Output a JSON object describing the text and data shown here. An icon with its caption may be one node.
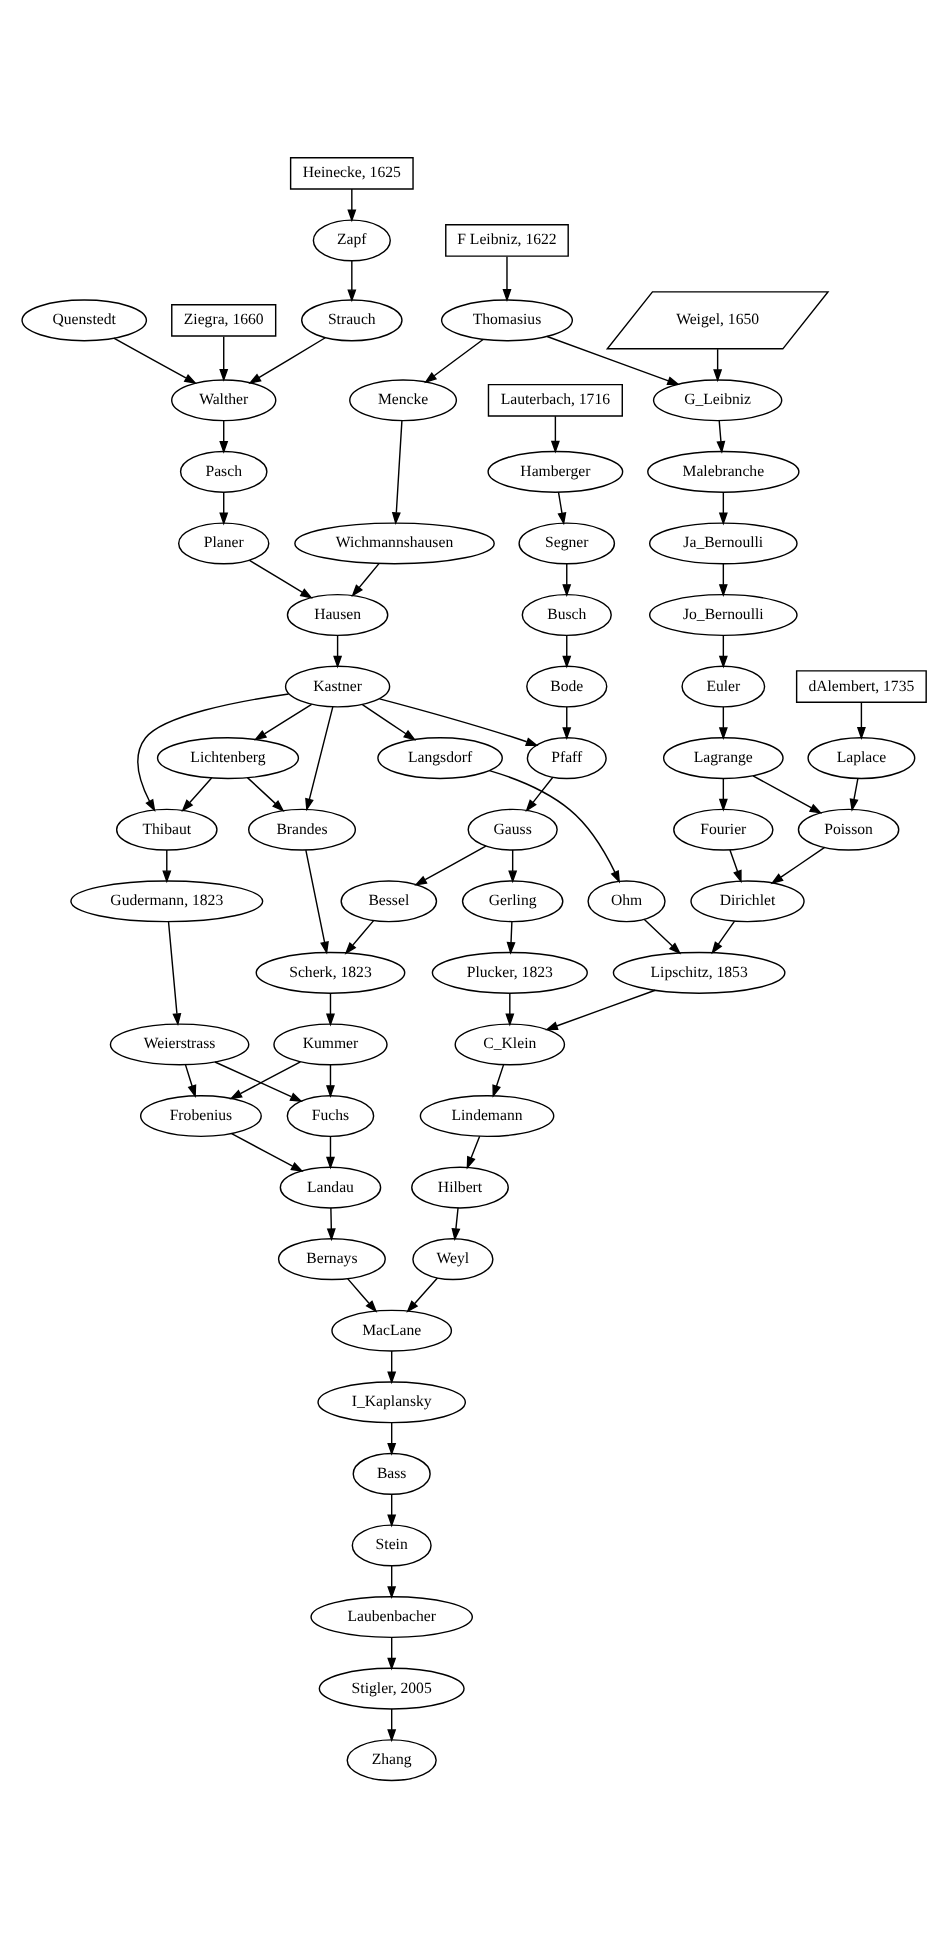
{
  "diagram": {
    "nodes": [
      {
        "text": [
          "Heinecke, 1625"
        ]
      },
      {
        "text": [
          "F Leibniz, 1622"
        ]
      },
      {
        "text": [
          "Zapf"
        ]
      },
      {
        "text": [
          "Weigel, 1650"
        ]
      },
      {
        "text": [
          "Thomasius"
        ]
      },
      {
        "text": [
          "Quenstedt"
        ]
      },
      {
        "text": [
          "Ziegra, 1660"
        ]
      },
      {
        "text": [
          "Strauch"
        ]
      },
      {
        "text": [
          "G_Leibniz"
        ]
      },
      {
        "text": [
          "Lauterbach, 1716"
        ]
      },
      {
        "text": [
          "Mencke"
        ]
      },
      {
        "text": [
          "Walther"
        ]
      },
      {
        "text": [
          "Malebranche"
        ]
      },
      {
        "text": [
          "Hamberger"
        ]
      },
      {
        "text": [
          "Pasch"
        ]
      },
      {
        "text": [
          "Ja_Bernoulli"
        ]
      },
      {
        "text": [
          "Segner"
        ]
      },
      {
        "text": [
          "Wichmannshausen"
        ]
      },
      {
        "text": [
          "Planer"
        ]
      },
      {
        "text": [
          "Jo_Bernoulli"
        ]
      },
      {
        "text": [
          "Busch"
        ]
      },
      {
        "text": [
          "Hausen"
        ]
      },
      {
        "text": [
          "Euler"
        ]
      },
      {
        "text": [
          "dAlembert, 1735"
        ]
      },
      {
        "text": [
          "Bode"
        ]
      },
      {
        "text": [
          "Kastner"
        ]
      },
      {
        "text": [
          "Lagrange"
        ]
      },
      {
        "text": [
          "Laplace"
        ]
      },
      {
        "text": [
          "Pfaff"
        ]
      },
      {
        "text": [
          "Langsdorf"
        ]
      },
      {
        "text": [
          "Lichtenberg"
        ]
      },
      {
        "text": [
          "Fourier"
        ]
      },
      {
        "text": [
          "Poisson"
        ]
      },
      {
        "text": [
          "Gauss"
        ]
      },
      {
        "text": [
          "Brandes"
        ]
      },
      {
        "text": [
          "Thibaut"
        ]
      },
      {
        "text": [
          "Dirichlet"
        ]
      },
      {
        "text": [
          "Ohm"
        ]
      },
      {
        "text": [
          "Gerling"
        ]
      },
      {
        "text": [
          "Bessel"
        ]
      },
      {
        "text": [
          "Gudermann, 1823"
        ]
      },
      {
        "text": [
          "Lipschitz, 1853"
        ]
      },
      {
        "text": [
          "Plucker, 1823"
        ]
      },
      {
        "text": [
          "Scherk, 1823"
        ]
      },
      {
        "text": [
          "C_Klein"
        ]
      },
      {
        "text": [
          "Kummer"
        ]
      },
      {
        "text": [
          "Weierstrass"
        ]
      },
      {
        "text": [
          "Lindemann"
        ]
      },
      {
        "text": [
          "Fuchs"
        ]
      },
      {
        "text": [
          "Frobenius"
        ]
      },
      {
        "text": [
          "Hilbert"
        ]
      },
      {
        "text": [
          "Landau"
        ]
      },
      {
        "text": [
          "Weyl"
        ]
      },
      {
        "text": [
          "Bernays"
        ]
      },
      {
        "text": [
          "MacLane"
        ]
      },
      {
        "text": [
          "I_Kaplansky"
        ]
      },
      {
        "text": [
          "Bass"
        ]
      },
      {
        "text": [
          "Stein"
        ]
      },
      {
        "text": [
          "Laubenbacher"
        ]
      },
      {
        "text": [
          "Stigler, 2005"
        ]
      },
      {
        "text": [
          "Zhang"
        ]
      }
    ],
    "edges": [
      {
        "from": 0,
        "to": 2,
        "arrow": "to"
      },
      {
        "from": 2,
        "to": 7,
        "arrow": "to"
      },
      {
        "from": 1,
        "to": 4,
        "arrow": "to"
      },
      {
        "from": 3,
        "to": 8,
        "arrow": "to"
      },
      {
        "from": 4,
        "to": 8,
        "arrow": "to"
      },
      {
        "from": 4,
        "to": 10,
        "arrow": "to"
      },
      {
        "from": 5,
        "to": 11,
        "arrow": "to"
      },
      {
        "from": 6,
        "to": 11,
        "arrow": "to"
      },
      {
        "from": 7,
        "to": 11,
        "arrow": "to"
      },
      {
        "from": 8,
        "to": 12,
        "arrow": "to"
      },
      {
        "from": 9,
        "to": 13,
        "arrow": "to"
      },
      {
        "from": 10,
        "to": 17,
        "arrow": "to"
      },
      {
        "from": 11,
        "to": 14,
        "arrow": "to"
      },
      {
        "from": 12,
        "to": 15,
        "arrow": "to"
      },
      {
        "from": 13,
        "to": 16,
        "arrow": "to"
      },
      {
        "from": 14,
        "to": 18,
        "arrow": "to"
      },
      {
        "from": 15,
        "to": 19,
        "arrow": "to"
      },
      {
        "from": 16,
        "to": 20,
        "arrow": "to"
      },
      {
        "from": 17,
        "to": 21,
        "arrow": "to"
      },
      {
        "from": 18,
        "to": 21,
        "arrow": "to"
      },
      {
        "from": 19,
        "to": 22,
        "arrow": "to"
      },
      {
        "from": 20,
        "to": 24,
        "arrow": "to"
      },
      {
        "from": 21,
        "to": 25,
        "arrow": "to"
      },
      {
        "from": 22,
        "to": 26,
        "arrow": "to"
      },
      {
        "from": 23,
        "to": 27,
        "arrow": "to"
      },
      {
        "from": 24,
        "to": 28,
        "arrow": "to"
      },
      {
        "from": 25,
        "to": 28,
        "arrow": "to"
      },
      {
        "from": 25,
        "to": 29,
        "arrow": "to"
      },
      {
        "from": 25,
        "to": 30,
        "arrow": "to"
      },
      {
        "from": 25,
        "to": 34,
        "arrow": "to"
      },
      {
        "from": 25,
        "to": 35,
        "arrow": "to"
      },
      {
        "from": 26,
        "to": 31,
        "arrow": "to"
      },
      {
        "from": 26,
        "to": 32,
        "arrow": "to"
      },
      {
        "from": 27,
        "to": 32,
        "arrow": "to"
      },
      {
        "from": 28,
        "to": 33,
        "arrow": "to"
      },
      {
        "from": 29,
        "to": 37,
        "arrow": "to"
      },
      {
        "from": 30,
        "to": 34,
        "arrow": "to"
      },
      {
        "from": 30,
        "to": 35,
        "arrow": "to"
      },
      {
        "from": 31,
        "to": 36,
        "arrow": "to"
      },
      {
        "from": 32,
        "to": 36,
        "arrow": "to"
      },
      {
        "from": 33,
        "to": 38,
        "arrow": "to"
      },
      {
        "from": 33,
        "to": 39,
        "arrow": "to"
      },
      {
        "from": 34,
        "to": 43,
        "arrow": "to"
      },
      {
        "from": 35,
        "to": 40,
        "arrow": "to"
      },
      {
        "from": 36,
        "to": 41,
        "arrow": "to"
      },
      {
        "from": 37,
        "to": 41,
        "arrow": "to"
      },
      {
        "from": 38,
        "to": 42,
        "arrow": "to"
      },
      {
        "from": 39,
        "to": 43,
        "arrow": "to"
      },
      {
        "from": 40,
        "to": 46,
        "arrow": "to"
      },
      {
        "from": 41,
        "to": 44,
        "arrow": "to"
      },
      {
        "from": 42,
        "to": 44,
        "arrow": "to"
      },
      {
        "from": 43,
        "to": 45,
        "arrow": "to"
      },
      {
        "from": 44,
        "to": 47,
        "arrow": "to"
      },
      {
        "from": 45,
        "to": 48,
        "arrow": "to"
      },
      {
        "from": 45,
        "to": 49,
        "arrow": "to"
      },
      {
        "from": 46,
        "to": 48,
        "arrow": "to"
      },
      {
        "from": 46,
        "to": 49,
        "arrow": "to"
      },
      {
        "from": 47,
        "to": 50,
        "arrow": "to"
      },
      {
        "from": 48,
        "to": 51,
        "arrow": "to"
      },
      {
        "from": 49,
        "to": 51,
        "arrow": "to"
      },
      {
        "from": 50,
        "to": 52,
        "arrow": "to"
      },
      {
        "from": 51,
        "to": 53,
        "arrow": "to"
      },
      {
        "from": 52,
        "to": 54,
        "arrow": "to"
      },
      {
        "from": 53,
        "to": 54,
        "arrow": "to"
      },
      {
        "from": 54,
        "to": 55,
        "arrow": "to"
      },
      {
        "from": 55,
        "to": 56,
        "arrow": "to"
      },
      {
        "from": 56,
        "to": 57,
        "arrow": "to"
      },
      {
        "from": 57,
        "to": 58,
        "arrow": "to"
      },
      {
        "from": 58,
        "to": 59,
        "arrow": "to"
      },
      {
        "from": 59,
        "to": 60,
        "arrow": "to"
      }
    ]
  }
}
